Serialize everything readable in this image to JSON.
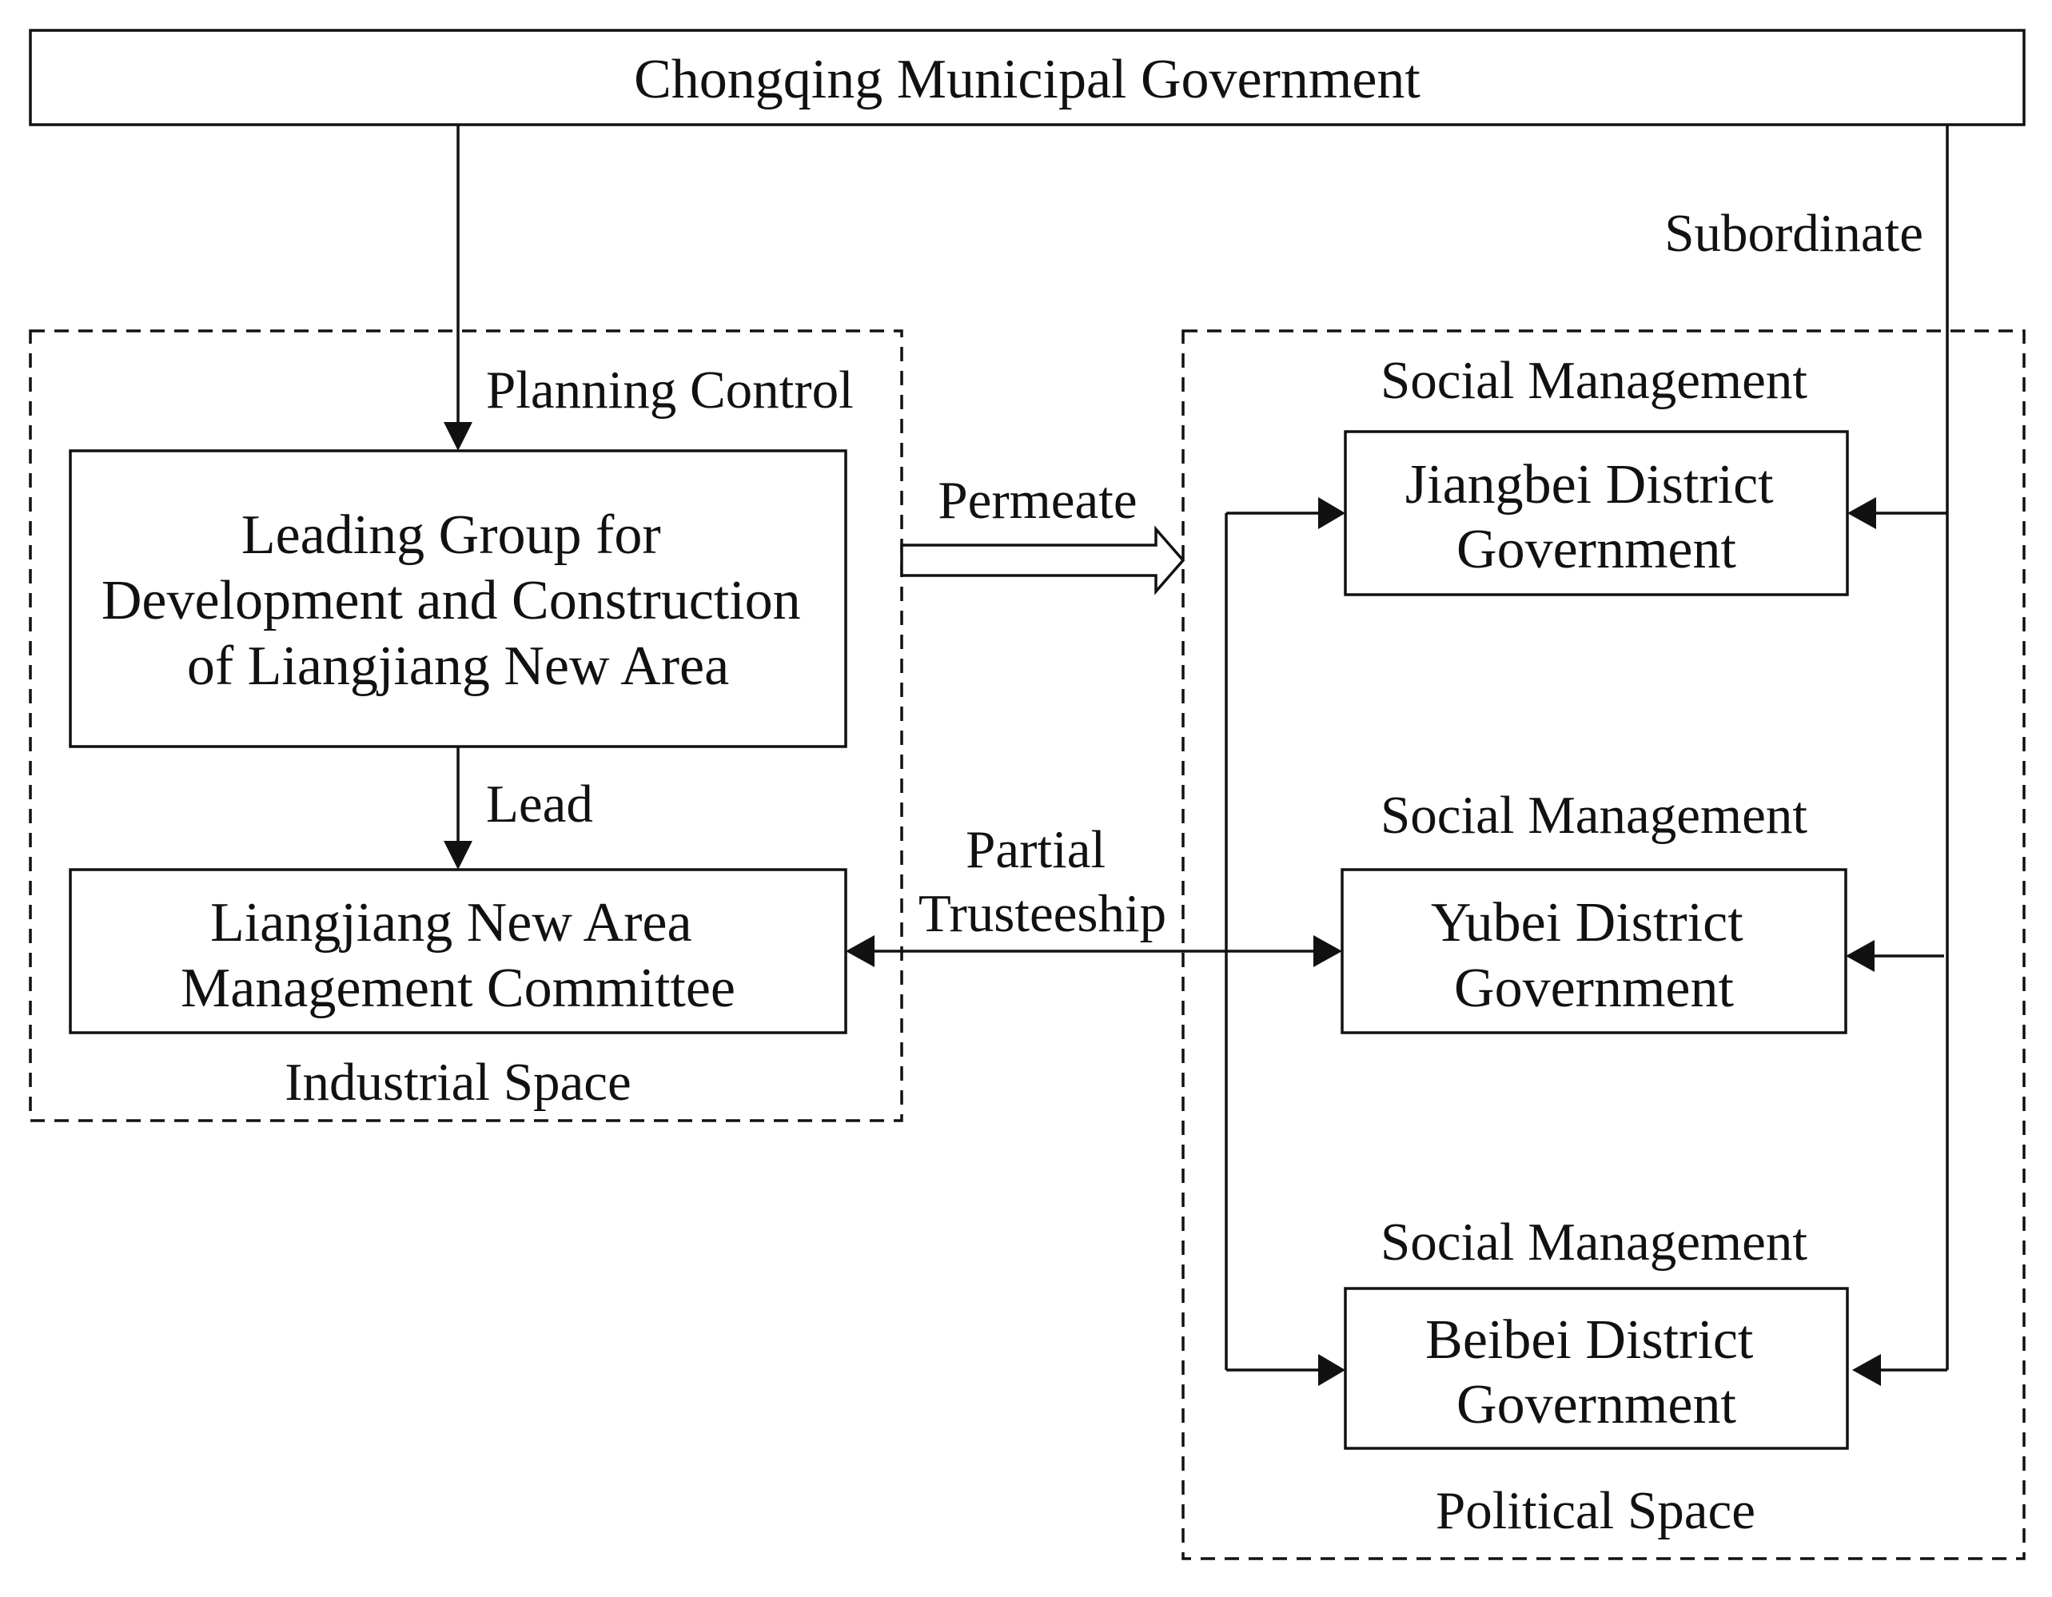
{
  "top": {
    "label": "Chongqing Municipal Government"
  },
  "groups": {
    "industrial": {
      "label": "Industrial Space"
    },
    "political": {
      "label": "Political Space"
    }
  },
  "boxes": {
    "leading_group": {
      "lines": [
        "Leading Group for",
        "Development and Construction",
        "of Liangjiang New Area"
      ]
    },
    "management_committee": {
      "lines": [
        "Liangjiang New Area",
        "Management Committee"
      ]
    },
    "jiangbei": {
      "lines": [
        "Jiangbei District",
        "Government"
      ]
    },
    "yubei": {
      "lines": [
        "Yubei District",
        "Government"
      ]
    },
    "beibei": {
      "lines": [
        "Beibei District",
        "Government"
      ]
    }
  },
  "edges": {
    "planning_control": "Planning Control",
    "lead": "Lead",
    "permeate": "Permeate",
    "partial_trusteeship": [
      "Partial",
      "Trusteeship"
    ],
    "subordinate": "Subordinate",
    "social_management": "Social Management"
  }
}
